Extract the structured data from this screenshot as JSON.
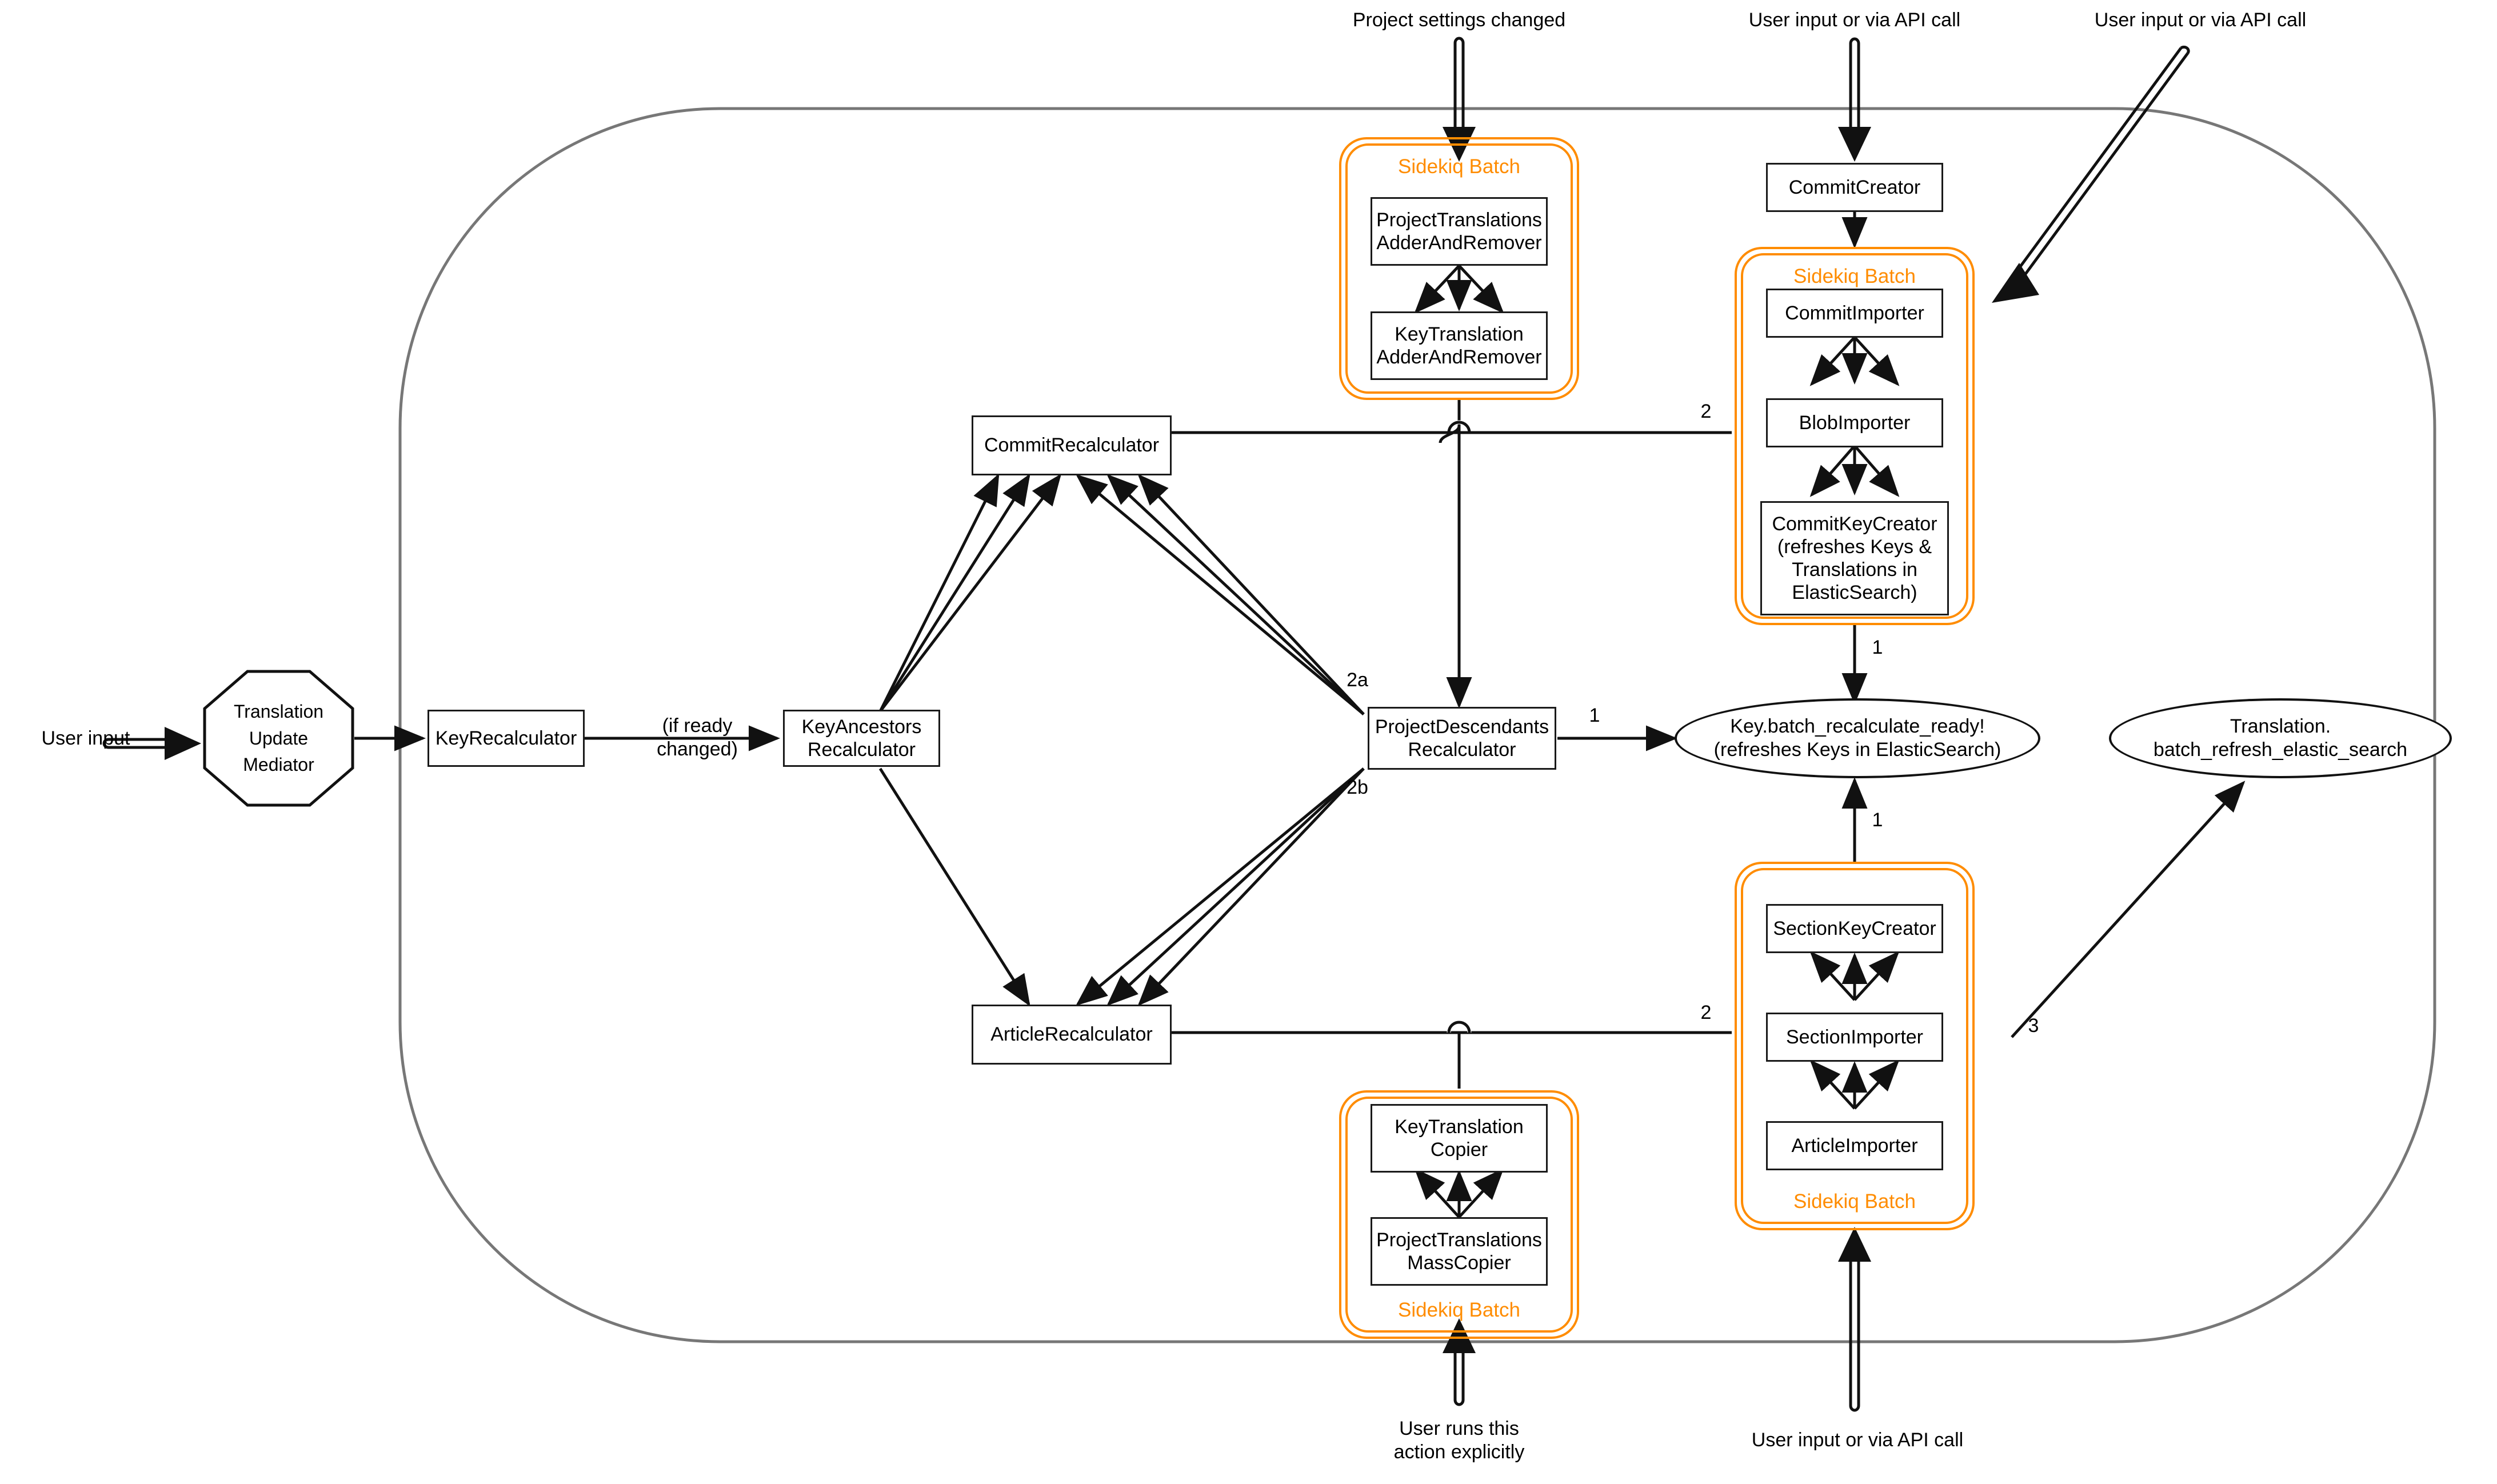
{
  "diagram": {
    "title": "Translation / Commit recalculation worker flow",
    "accent_orange": "#ff8c00",
    "boundary_color": "#777777",
    "node_border": "#1a1a1a"
  },
  "external_labels": {
    "user_input_left": "User input",
    "project_settings_changed": "Project settings changed",
    "user_input_api_1": "User input or via API call",
    "user_input_api_2": "User input or via API call",
    "user_runs_explicitly": "User runs this\naction explicitly",
    "user_input_api_bottom": "User input or via API call",
    "user_runs_explicitly_l1": "User runs this",
    "user_runs_explicitly_l2": "action explicitly"
  },
  "batches": [
    {
      "id": "batch-project-translations",
      "label": "Sidekiq Batch",
      "label_position": "top"
    },
    {
      "id": "batch-commit-import",
      "label": "Sidekiq Batch",
      "label_position": "top"
    },
    {
      "id": "batch-section-import",
      "label": "Sidekiq Batch",
      "label_position": "bottom"
    },
    {
      "id": "batch-translation-copy",
      "label": "Sidekiq Batch",
      "label_position": "bottom"
    }
  ],
  "nodes": {
    "translation_update_mediator": {
      "label": "Translation\nUpdate\nMediator",
      "l1": "Translation",
      "l2": "Update",
      "l3": "Mediator",
      "shape": "octagon"
    },
    "key_recalculator": {
      "label": "KeyRecalculator",
      "shape": "box"
    },
    "key_ancestors_recalculator": {
      "label": "KeyAncestors\nRecalculator",
      "l1": "KeyAncestors",
      "l2": "Recalculator",
      "shape": "box"
    },
    "commit_recalculator": {
      "label": "CommitRecalculator",
      "shape": "box"
    },
    "article_recalculator": {
      "label": "ArticleRecalculator",
      "shape": "box"
    },
    "project_descendants_recalculator": {
      "label": "ProjectDescendants\nRecalculator",
      "l1": "ProjectDescendants",
      "l2": "Recalculator",
      "shape": "box"
    },
    "project_translations_adder_and_remover": {
      "label": "ProjectTranslations\nAdderAndRemover",
      "l1": "ProjectTranslations",
      "l2": "AdderAndRemover",
      "shape": "box"
    },
    "key_translation_adder_and_remover": {
      "label": "KeyTranslation\nAdderAndRemover",
      "l1": "KeyTranslation",
      "l2": "AdderAndRemover",
      "shape": "box"
    },
    "commit_creator": {
      "label": "CommitCreator",
      "shape": "box"
    },
    "commit_importer": {
      "label": "CommitImporter",
      "shape": "box"
    },
    "blob_importer": {
      "label": "BlobImporter",
      "shape": "box"
    },
    "commit_key_creator": {
      "label": "CommitKeyCreator\n(refreshes Keys &\nTranslations in\nElasticSearch)",
      "l1": "CommitKeyCreator",
      "l2": "(refreshes Keys &",
      "l3": "Translations in",
      "l4": "ElasticSearch)",
      "shape": "box"
    },
    "section_key_creator": {
      "label": "SectionKeyCreator",
      "shape": "box"
    },
    "section_importer": {
      "label": "SectionImporter",
      "shape": "box"
    },
    "article_importer": {
      "label": "ArticleImporter",
      "shape": "box"
    },
    "key_translation_copier": {
      "label": "KeyTranslation\nCopier",
      "l1": "KeyTranslation",
      "l2": "Copier",
      "shape": "box"
    },
    "project_translations_mass_copier": {
      "label": "ProjectTranslations\nMassCopier",
      "l1": "ProjectTranslations",
      "l2": "MassCopier",
      "shape": "box"
    },
    "key_batch_recalculate_ready": {
      "label": "Key.batch_recalculate_ready!\n(refreshes Keys in ElasticSearch)",
      "l1": "Key.batch_recalculate_ready!",
      "l2": "(refreshes Keys in ElasticSearch)",
      "shape": "ellipse"
    },
    "translation_batch_refresh_elastic_search": {
      "label": "Translation.\nbatch_refresh_elastic_search",
      "l1": "Translation.",
      "l2": "batch_refresh_elastic_search",
      "shape": "ellipse"
    }
  },
  "edge_labels": {
    "if_ready_changed_l1": "(if ready",
    "if_ready_changed_l2": "changed)",
    "branch_2a": "2a",
    "branch_2b": "2b",
    "commit_key_creator_to_ready": "1",
    "project_descendants_to_ready": "1",
    "section_batch_to_ready": "1",
    "commit_batch_to_commit_recalculator": "2",
    "section_batch_to_article_recalculator": "2",
    "section_batch_to_translation_refresh": "3"
  }
}
